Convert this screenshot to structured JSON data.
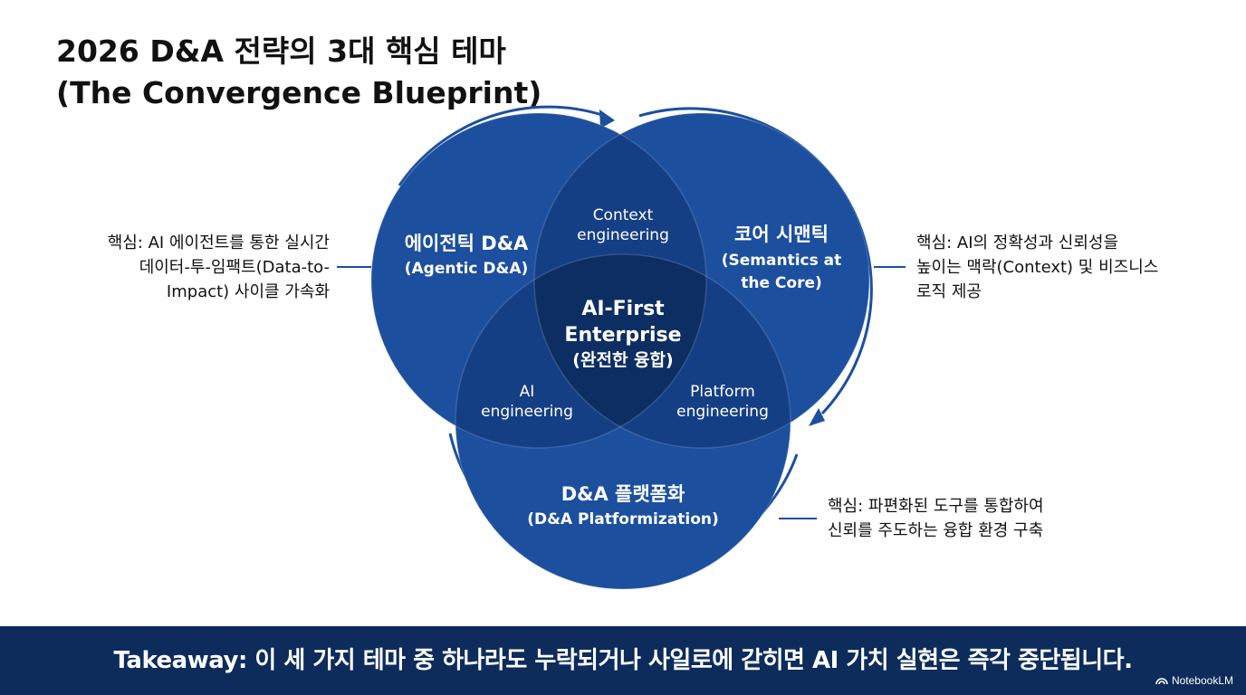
{
  "title": {
    "line1": "2026 D&A 전략의 3대 핵심 테마",
    "line2": "(The Convergence Blueprint)"
  },
  "venn": {
    "circles": {
      "top_left": {
        "title": "에이전틱 D&A",
        "subtitle": "(Agentic D&A)"
      },
      "top_right": {
        "title": "코어 시맨틱",
        "subtitle_line1": "(Semantics at",
        "subtitle_line2": "the Core)"
      },
      "bottom": {
        "title": "D&A 플랫폼화",
        "subtitle": "(D&A Platformization)"
      }
    },
    "overlaps": {
      "top": {
        "line1": "Context",
        "line2": "engineering"
      },
      "left": {
        "line1": "AI",
        "line2": "engineering"
      },
      "right": {
        "line1": "Platform",
        "line2": "engineering"
      }
    },
    "center": {
      "line1": "AI-First",
      "line2": "Enterprise",
      "line3": "(완전한 융합)"
    },
    "colors": {
      "circle": "#1c4f9e",
      "overlap": "#153f85",
      "center": "#0d2e63",
      "arrow": "#1c4f9e"
    }
  },
  "notes": {
    "left": {
      "line1": "핵심: AI 에이전트를 통한 실시간",
      "line2": "데이터-투-임팩트(Data-to-",
      "line3": "Impact) 사이클 가속화"
    },
    "right": {
      "line1": "핵심: AI의 정확성과 신뢰성을",
      "line2": "높이는 맥락(Context) 및 비즈니스",
      "line3": "로직 제공"
    },
    "bottom": {
      "line1": "핵심: 파편화된 도구를 통합하여",
      "line2": "신뢰를 주도하는 융합 환경 구축"
    }
  },
  "takeaway": {
    "text": "Takeaway: 이 세 가지 테마 중 하나라도 누락되거나 사일로에 갇히면 AI 가치 실현은 즉각 중단됩니다.",
    "background": "#0d2c5b"
  },
  "brand": {
    "label": "NotebookLM",
    "icon": "notebooklm-logo-icon"
  }
}
